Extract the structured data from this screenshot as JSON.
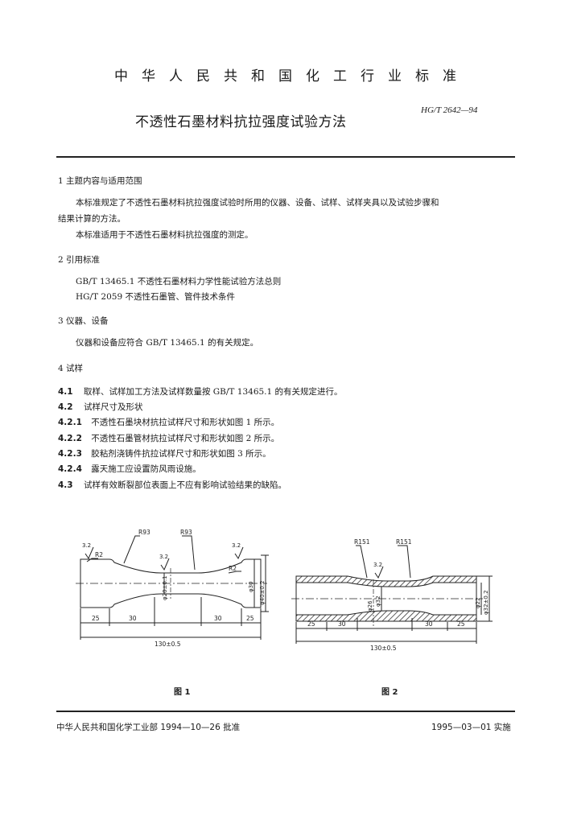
{
  "header": {
    "org": "中华人民共和国化工行业标准",
    "title": "不透性石墨材料抗拉强度试验方法",
    "code": "HG/T 2642—94"
  },
  "sections": {
    "s1": {
      "heading": "1  主题内容与适用范围",
      "p1": "本标准规定了不透性石墨材料抗拉强度试验时所用的仪器、设备、试样、试样夹具以及试验步骤和",
      "p1b": "结果计算的方法。",
      "p2": "本标准适用于不透性石墨材料抗拉强度的测定。"
    },
    "s2": {
      "heading": "2  引用标准",
      "r1": "GB/T 13465.1  不透性石墨材料力学性能试验方法总则",
      "r2": "HG/T 2059  不透性石墨管、管件技术条件"
    },
    "s3": {
      "heading": "3  仪器、设备",
      "p1": "仪器和设备应符合 GB/T 13465.1 的有关规定。"
    },
    "s4": {
      "heading": "4  试样",
      "items": [
        {
          "num": "4.1",
          "text": "取样、试样加工方法及试样数量按 GB/T 13465.1 的有关规定进行。"
        },
        {
          "num": "4.2",
          "text": "试样尺寸及形状"
        },
        {
          "num": "4.2.1",
          "text": "不透性石墨块材抗拉试样尺寸和形状如图 1 所示。"
        },
        {
          "num": "4.2.2",
          "text": "不透性石墨管材抗拉试样尺寸和形状如图 2 所示。"
        },
        {
          "num": "4.2.3",
          "text": "胶粘剂浇铸件抗拉试样尺寸和形状如图 3 所示。"
        },
        {
          "num": "4.2.4",
          "text": "露天施工应设置防风雨设施。"
        },
        {
          "num": "4.3",
          "text": "试样有效断裂部位表面上不应有影响试验结果的缺陷。"
        }
      ]
    }
  },
  "figure1": {
    "caption": "图 1",
    "labels": {
      "r93a": "R93",
      "r93b": "R93",
      "r2a": "R2",
      "r2b": "R2",
      "rough1": "3.2",
      "rough2": "3.2",
      "rough3": "3.2",
      "d_mid": "φ20±0.1",
      "d_end": "φ30",
      "d_end2": "φ40±0.2",
      "len25a": "25",
      "len30a": "30",
      "len30b": "30",
      "len25b": "25",
      "total": "130±0.5"
    }
  },
  "figure2": {
    "caption": "图 2",
    "labels": {
      "r151a": "R151",
      "r151b": "R151",
      "rough": "3.2",
      "d_in": "φ26",
      "d_mid": "φ32",
      "d_in2": "φ22",
      "d_out": "φ32±0.2",
      "len25a": "25",
      "len30a": "30",
      "len30b": "30",
      "len25b": "25",
      "total": "130±0.5"
    }
  },
  "footer": {
    "left": "中华人民共和国化学工业部 1994—10—26 批准",
    "right": "1995—03—01 实施"
  }
}
